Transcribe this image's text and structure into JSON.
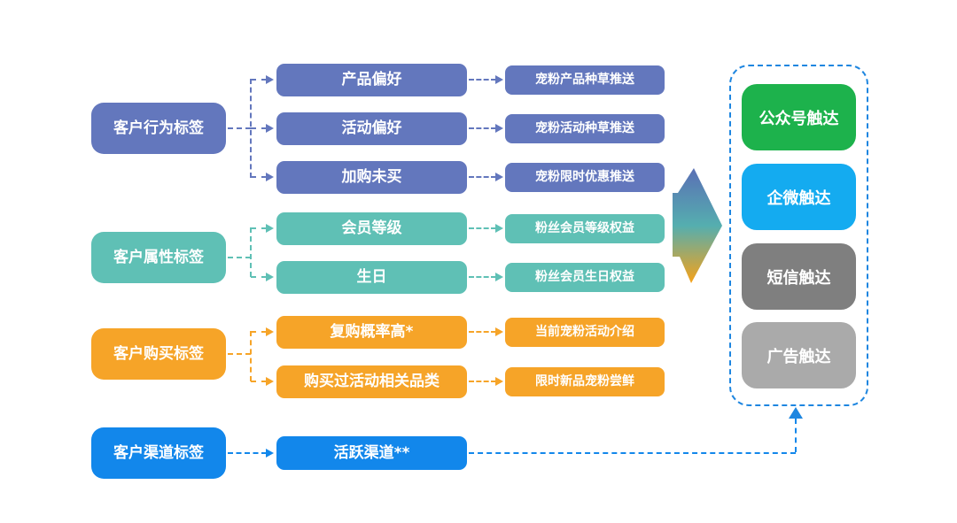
{
  "colors": {
    "behavior": "#6377BD",
    "attribute": "#5FC0B5",
    "purchase": "#F6A428",
    "channel": "#1287EB",
    "panel_border": "#1E86E0",
    "wechat_green": "#1DB24C",
    "wecom_blue": "#14ABF0",
    "sms_gray": "#7F7F7F",
    "ads_gray": "#AAAAAA",
    "arrow_top": "#5A6FB5",
    "arrow_mid": "#55AEAF",
    "arrow_bottom": "#F7A218"
  },
  "groups": [
    {
      "label": "客户行为标签",
      "rows": [
        {
          "tag": "产品偏好",
          "action": "宠粉产品种草推送"
        },
        {
          "tag": "活动偏好",
          "action": "宠粉活动种草推送"
        },
        {
          "tag": "加购未买",
          "action": "宠粉限时优惠推送"
        }
      ]
    },
    {
      "label": "客户属性标签",
      "rows": [
        {
          "tag": "会员等级",
          "action": "粉丝会员等级权益"
        },
        {
          "tag": "生日",
          "action": "粉丝会员生日权益"
        }
      ]
    },
    {
      "label": "客户购买标签",
      "rows": [
        {
          "tag": "复购概率高*",
          "action": "当前宠粉活动介绍"
        },
        {
          "tag": "购买过活动相关品类",
          "action": "限时新品宠粉尝鲜"
        }
      ]
    },
    {
      "label": "客户渠道标签",
      "rows": [
        {
          "tag": "活跃渠道**"
        }
      ]
    }
  ],
  "channels": [
    "公众号触达",
    "企微触达",
    "短信触达",
    "广告触达"
  ]
}
